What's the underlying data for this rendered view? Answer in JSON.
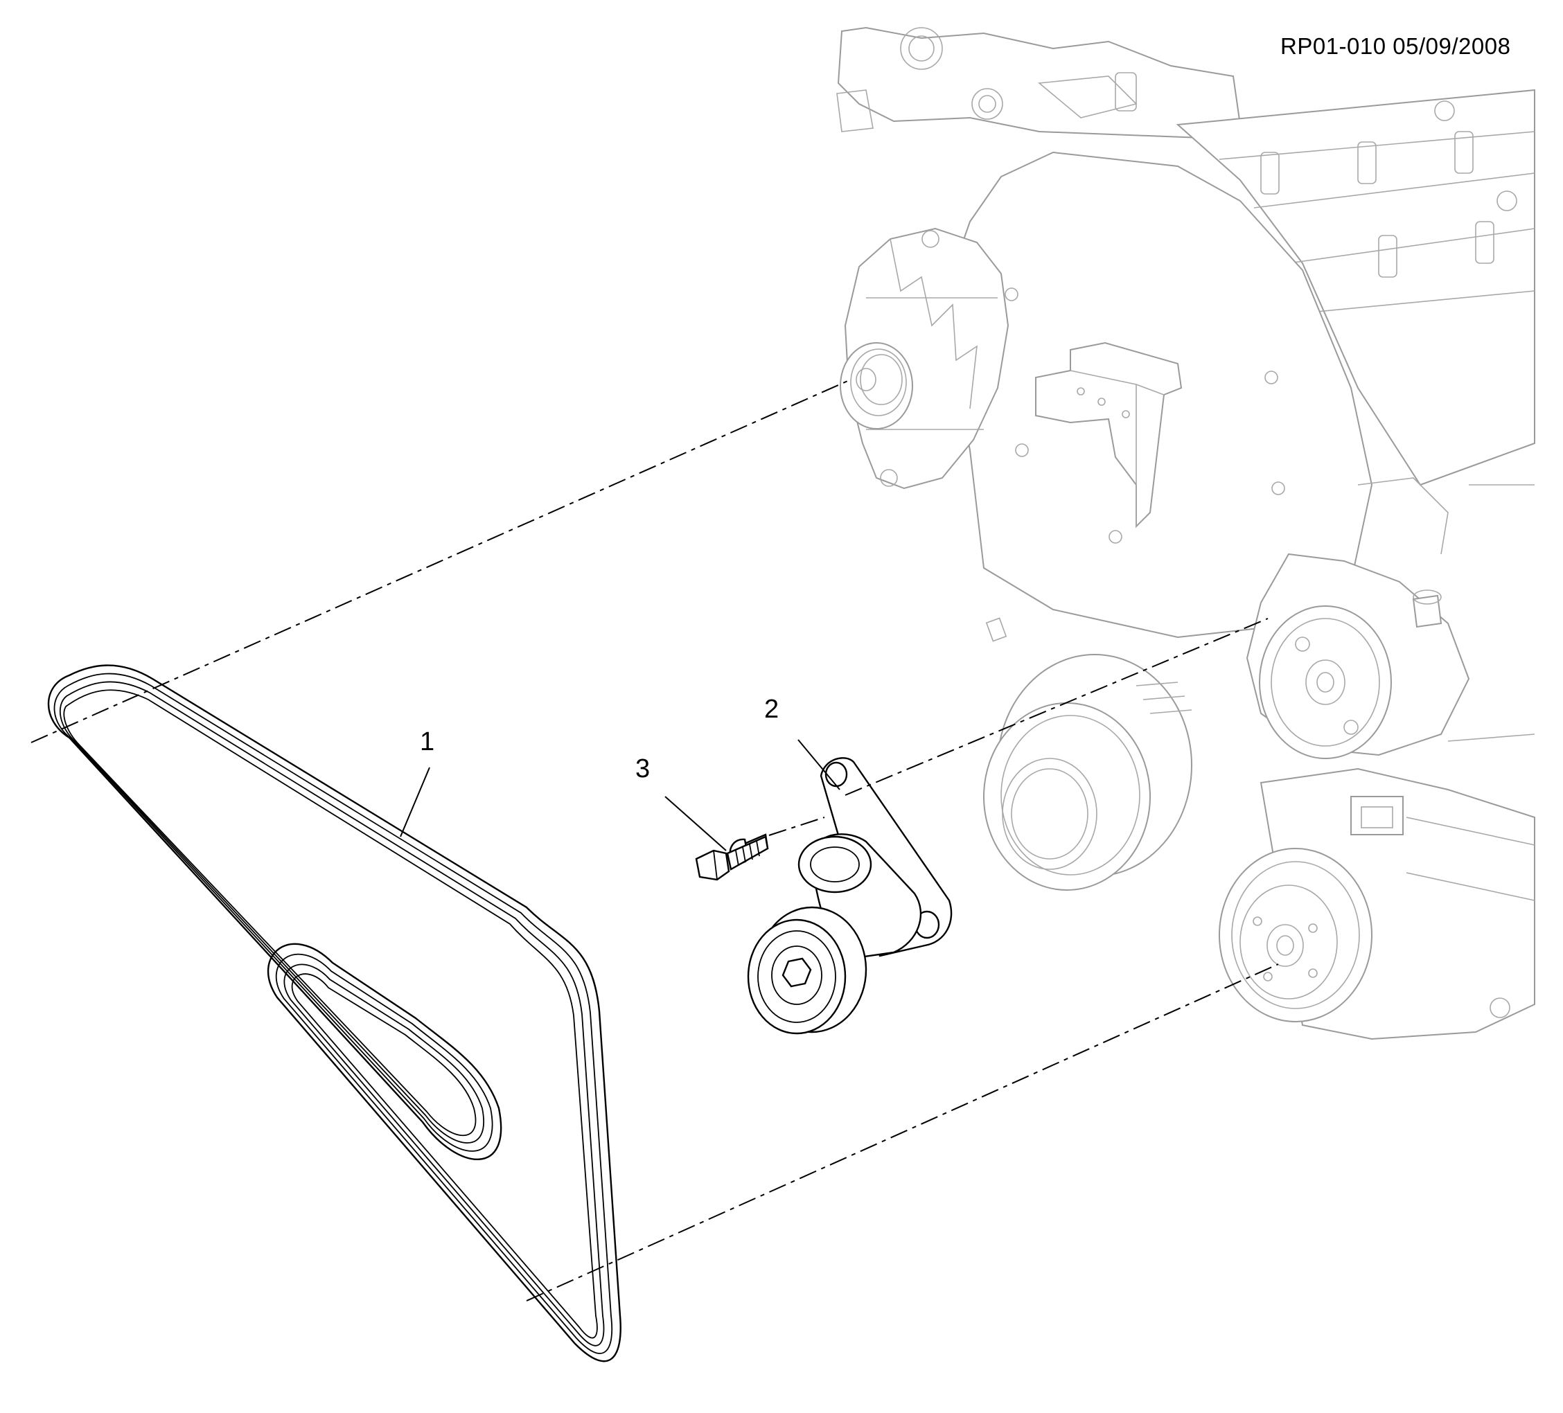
{
  "drawing": {
    "reference": "RP01-010 05/09/2008"
  },
  "callouts": [
    {
      "number": "1"
    },
    {
      "number": "2"
    },
    {
      "number": "3"
    }
  ]
}
